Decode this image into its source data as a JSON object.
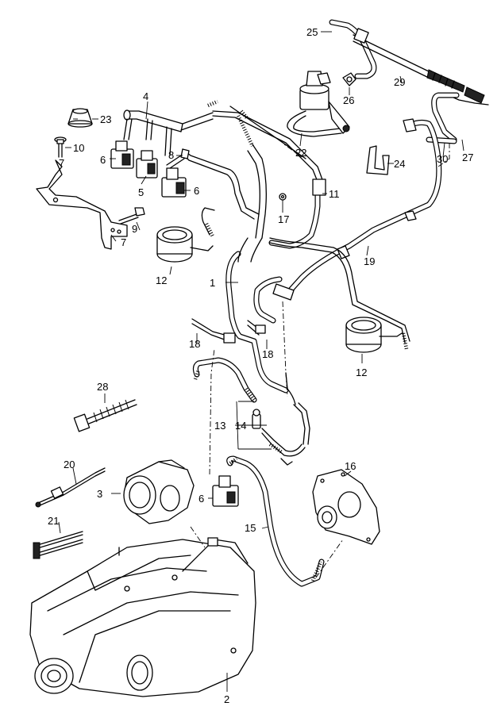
{
  "callouts": {
    "c1": "1",
    "c2": "2",
    "c3": "3",
    "c4": "4",
    "c5": "5",
    "c6a": "6",
    "c6b": "6",
    "c6c": "6",
    "c7a": "7",
    "c7b": "7",
    "c8": "8",
    "c9": "9",
    "c10": "10",
    "c11": "11",
    "c12a": "12",
    "c12b": "12",
    "c13": "13",
    "c14": "14",
    "c15": "15",
    "c16": "16",
    "c17": "17",
    "c18a": "18",
    "c18b": "18",
    "c19": "19",
    "c20": "20",
    "c21": "21",
    "c22": "22",
    "c23": "23",
    "c24": "24",
    "c25": "25",
    "c26": "26",
    "c27": "27",
    "c28": "28",
    "c29": "29",
    "c30": "30"
  }
}
